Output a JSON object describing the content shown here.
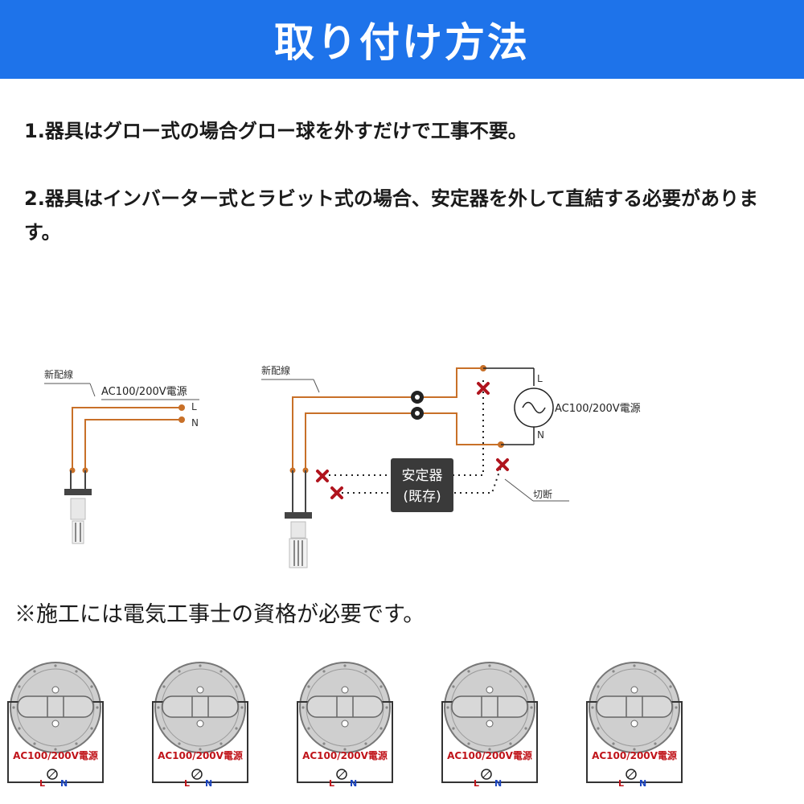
{
  "header": {
    "title": "取り付け方法"
  },
  "steps": [
    {
      "text": "1.器具はグロー式の場合グロー球を外すだけで工事不要。"
    },
    {
      "text": "2.器具はインバーター式とラビット式の場合、安定器を外して直結する必要があります。"
    }
  ],
  "left_diagram": {
    "new_wiring_label": "新配線",
    "power_label": "AC100/200V電源",
    "l_label": "L",
    "n_label": "N"
  },
  "right_diagram": {
    "new_wiring_label": "新配線",
    "power_label": "AC100/200V電源",
    "l_label": "L",
    "n_label": "N",
    "ballast_line1": "安定器",
    "ballast_line2": "(既存)",
    "cut_label": "切断"
  },
  "note": {
    "text": "※施工には電気工事士の資格が必要です。"
  },
  "fixtures": {
    "power_label": "AC100/200V電源",
    "l_label": "L",
    "n_label": "N",
    "items": [
      {
        "id": 1
      },
      {
        "id": 2
      },
      {
        "id": 3
      },
      {
        "id": 4
      },
      {
        "id": 5
      }
    ]
  },
  "colors": {
    "header_bg": "#1e73ea",
    "wire_orange": "#c87028",
    "cross_red": "#b0141e",
    "ballast_bg": "#3a3a3a",
    "power_text_red": "#c0141a",
    "n_blue": "#1a44c0"
  }
}
